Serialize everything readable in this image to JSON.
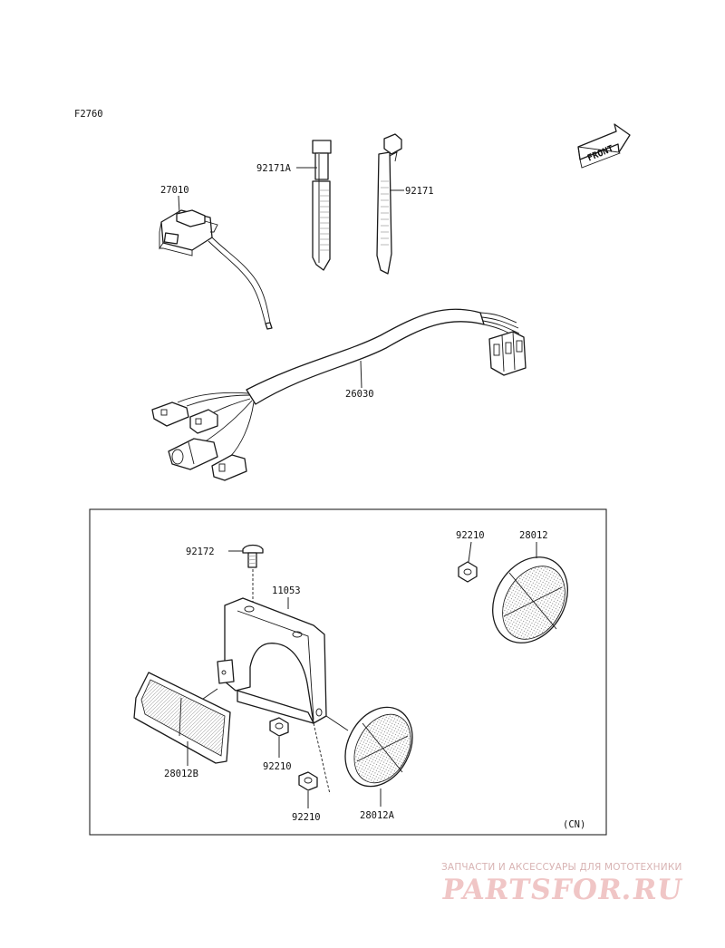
{
  "figure_code": "F2760",
  "front_label": "FRONT",
  "variant_note": "(CN)",
  "parts": {
    "switch": "27010",
    "strap_a": "92171A",
    "strap": "92171",
    "harness": "26030",
    "screw": "92172",
    "bracket": "11053",
    "nut_top": "92210",
    "reflector_round_top": "28012",
    "reflector_rect": "28012B",
    "nut_mid": "92210",
    "nut_low": "92210",
    "reflector_round_low": "28012A"
  },
  "watermark": {
    "tagline": "ЗАПЧАСТИ И АКСЕССУАРЫ ДЛЯ МОТОТЕХНИКИ",
    "logo": "PARTSFOR.RU"
  }
}
